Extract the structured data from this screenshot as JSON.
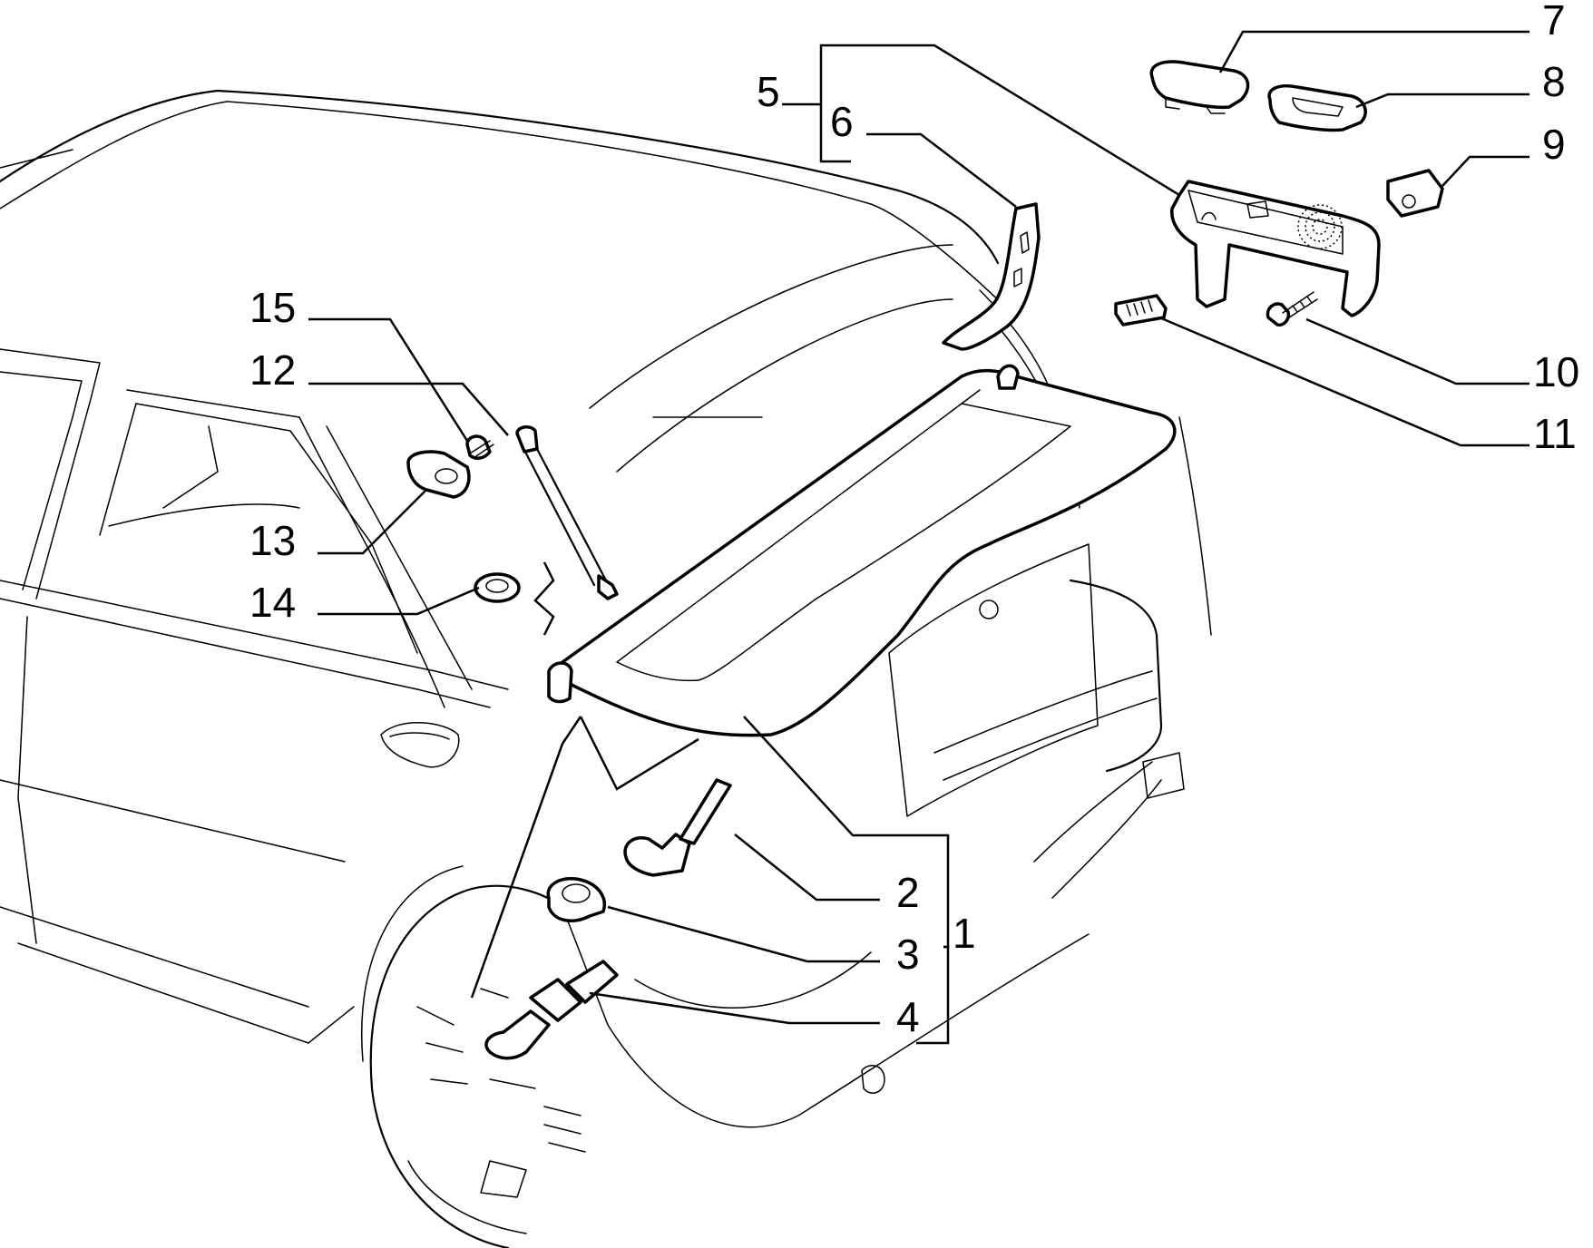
{
  "diagram": {
    "callouts": [
      {
        "id": "c1",
        "label": "1"
      },
      {
        "id": "c2",
        "label": "2"
      },
      {
        "id": "c3",
        "label": "3"
      },
      {
        "id": "c4",
        "label": "4"
      },
      {
        "id": "c5",
        "label": "5"
      },
      {
        "id": "c6",
        "label": "6"
      },
      {
        "id": "c7",
        "label": "7"
      },
      {
        "id": "c8",
        "label": "8"
      },
      {
        "id": "c9",
        "label": "9"
      },
      {
        "id": "c10",
        "label": "10"
      },
      {
        "id": "c11",
        "label": "11"
      },
      {
        "id": "c12",
        "label": "12"
      },
      {
        "id": "c13",
        "label": "13"
      },
      {
        "id": "c14",
        "label": "14"
      },
      {
        "id": "c15",
        "label": "15"
      }
    ]
  },
  "colors": {
    "ink": "#000000",
    "paper": "#ffffff"
  }
}
